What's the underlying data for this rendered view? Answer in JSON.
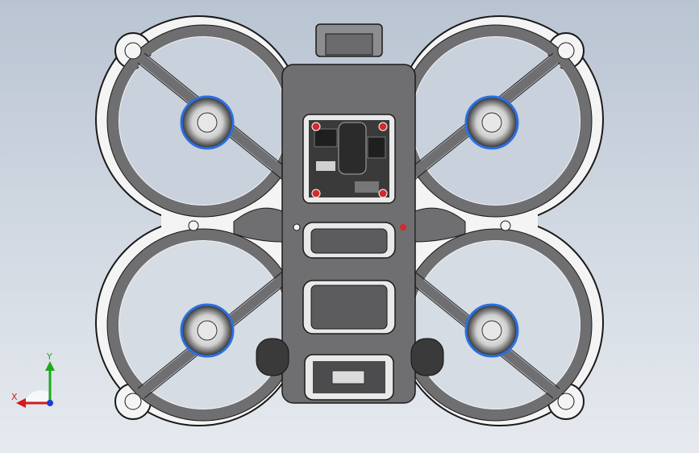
{
  "viewport": {
    "background_top": "#b9c4d2",
    "background_bottom": "#e6eaef"
  },
  "model": {
    "frame_color": "#6f6f71",
    "guard_color": "#f2f2f2",
    "motor_accent": "#2a6fe0",
    "screw_color": "#d22b2b",
    "motors": [
      "front-left",
      "front-right",
      "rear-left",
      "rear-right"
    ]
  },
  "triad": {
    "x_label": "X",
    "y_label": "Y",
    "x_color": "#d01c1c",
    "y_color": "#1fa81f",
    "z_color": "#1c3fd0"
  }
}
